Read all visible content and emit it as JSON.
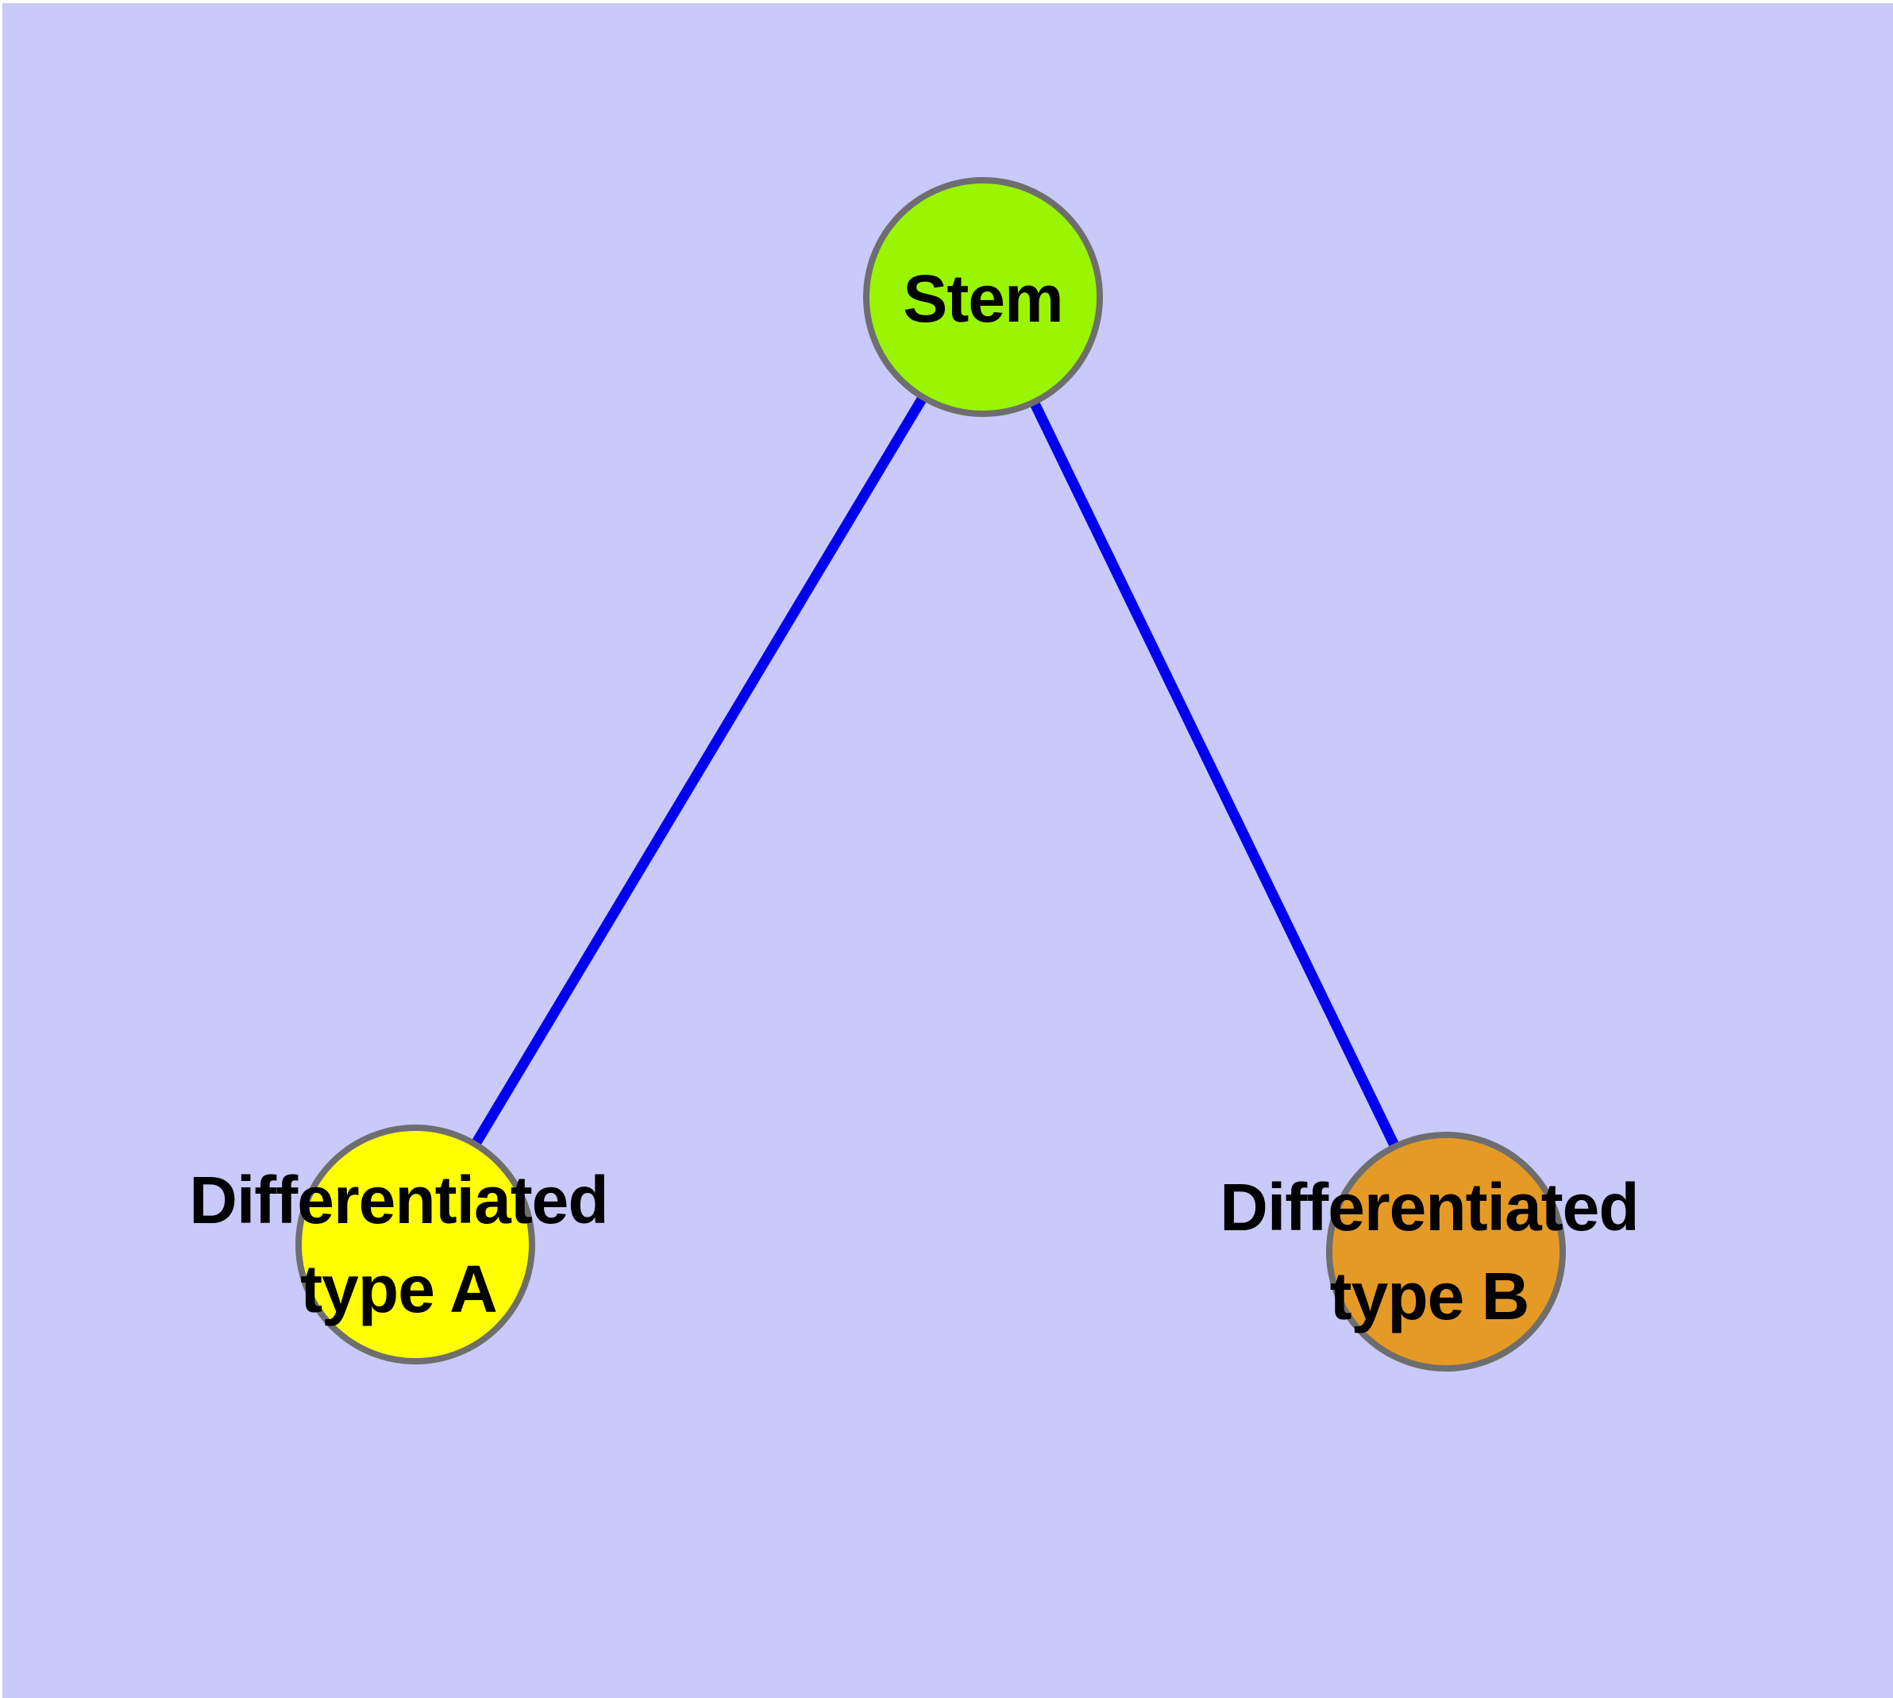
{
  "diagram": {
    "background_color": "#c9c9fa",
    "page_margin_color": "#ffffff",
    "edge_color": "#0000f0",
    "node_border_color": "#6e6e6e",
    "label_color": "#000000",
    "nodes": [
      {
        "id": "stem",
        "label_lines": [
          "Stem"
        ],
        "fill_color": "#99f500"
      },
      {
        "id": "differentiated-type-a",
        "label_lines": [
          "Differentiated",
          "type A"
        ],
        "fill_color": "#ffff00"
      },
      {
        "id": "differentiated-type-b",
        "label_lines": [
          "Differentiated",
          "type B"
        ],
        "fill_color": "#e59a26"
      }
    ],
    "edges": [
      {
        "from": "Stem",
        "to": "Differentiated type A"
      },
      {
        "from": "Stem",
        "to": "Differentiated type B"
      }
    ]
  }
}
